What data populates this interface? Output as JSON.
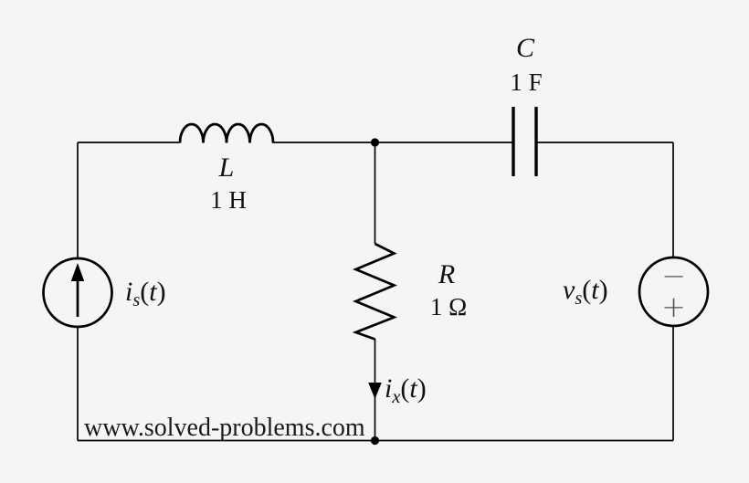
{
  "diagram": {
    "kind": "RLC circuit schematic",
    "watermark": "www.solved-problems.com",
    "colors": {
      "background": "#f5f5f4",
      "stroke": "#000000",
      "polarity_glyphs": "#4d4d4d"
    },
    "components": {
      "inductor": {
        "name": "L",
        "value": "1 H"
      },
      "capacitor": {
        "name": "C",
        "value": "1 F"
      },
      "resistor": {
        "name": "R",
        "value": "1 Ω"
      },
      "current_source": {
        "var": "i",
        "sub": "s",
        "paren_open": "(",
        "arg": "t",
        "paren_close": ")",
        "arrow_direction": "up"
      },
      "voltage_source": {
        "var": "v",
        "sub": "s",
        "paren_open": "(",
        "arg": "t",
        "paren_close": ")",
        "minus": "−",
        "plus": "+"
      },
      "branch_current": {
        "var": "i",
        "sub": "x",
        "paren_open": "(",
        "arg": "t",
        "paren_close": ")",
        "arrow_direction": "down"
      }
    }
  }
}
